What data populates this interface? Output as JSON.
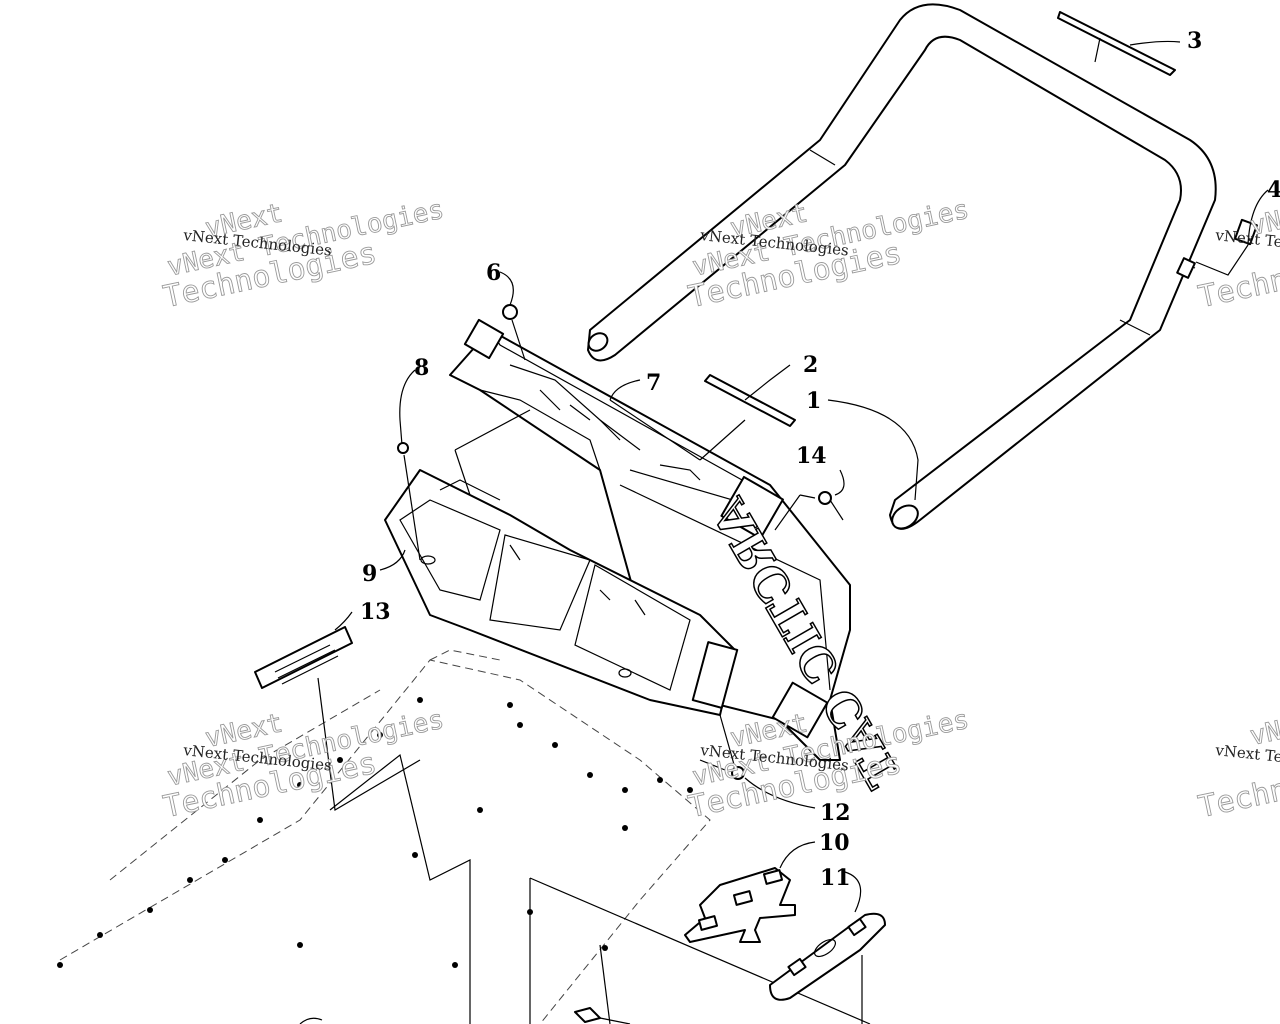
{
  "diagram": {
    "callouts": [
      "1",
      "2",
      "3",
      "4",
      "6",
      "7",
      "8",
      "9",
      "10",
      "11",
      "12",
      "13",
      "14"
    ],
    "watermark": {
      "line1": "vNext",
      "line2": "vNext Technologies",
      "line3": "Technologies"
    },
    "embossed_text": "ARCTIC CAT",
    "colors": {
      "line": "#000000",
      "watermark": "#9a9a9a",
      "background": "#ffffff"
    }
  }
}
